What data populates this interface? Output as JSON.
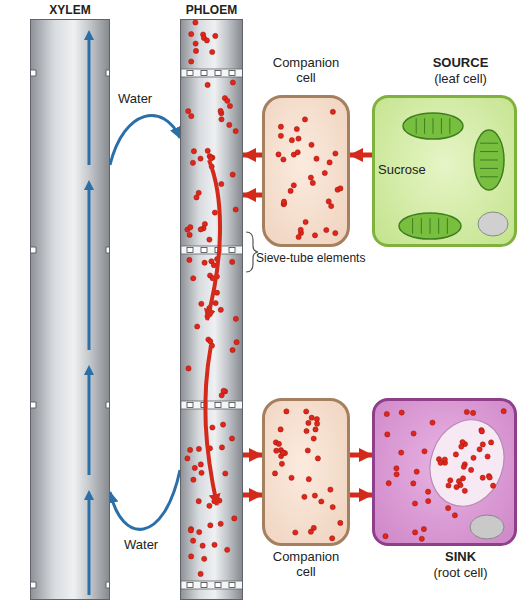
{
  "diagram": {
    "nodes": [
      {
        "text": [
          "XYLEM"
        ]
      },
      {
        "text": [
          "PHLOEM"
        ]
      },
      {
        "text": [
          "Companion cell"
        ]
      },
      {
        "text": [
          "SOURCE",
          "(leaf cell)"
        ]
      },
      {
        "text": [
          "Companion cell"
        ]
      },
      {
        "text": [
          "SINK",
          "(root cell)"
        ]
      }
    ],
    "edges": [
      {
        "from": 0,
        "to": 1,
        "label": "Water",
        "arrow": "to"
      },
      {
        "from": 3,
        "to": 2,
        "label": "Sucrose",
        "arrow": "to"
      },
      {
        "from": 2,
        "to": 1,
        "arrow": "to"
      },
      {
        "from": 1,
        "to": 4,
        "arrow": "to"
      },
      {
        "from": 4,
        "to": 5,
        "arrow": "to"
      },
      {
        "from": 1,
        "to": 0,
        "label": "Water",
        "arrow": "to"
      }
    ],
    "labels": [
      "Sieve-tube elements"
    ]
  }
}
